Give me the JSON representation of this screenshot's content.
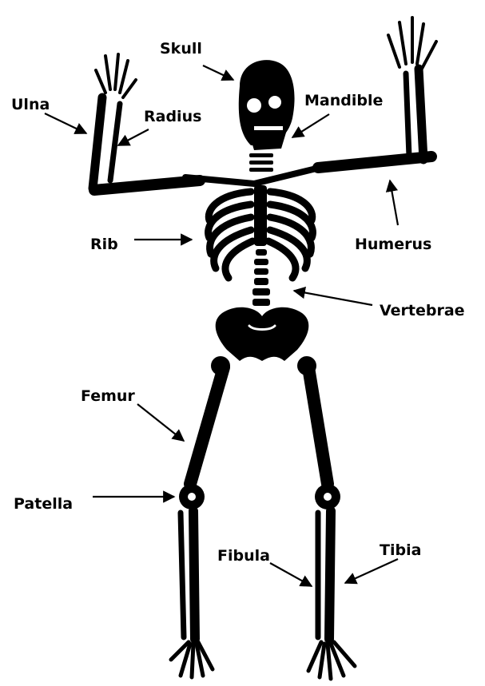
{
  "diagram": {
    "labels": {
      "skull": "Skull",
      "mandible": "Mandible",
      "ulna": "Ulna",
      "radius": "Radius",
      "rib": "Rib",
      "humerus": "Humerus",
      "vertebrae": "Vertebrae",
      "femur": "Femur",
      "patella": "Patella",
      "fibula": "Fibula",
      "tibia": "Tibia"
    },
    "colors": {
      "bone": "#000000",
      "bone_highlight": "#ffffff",
      "background": "#ffffff"
    }
  }
}
